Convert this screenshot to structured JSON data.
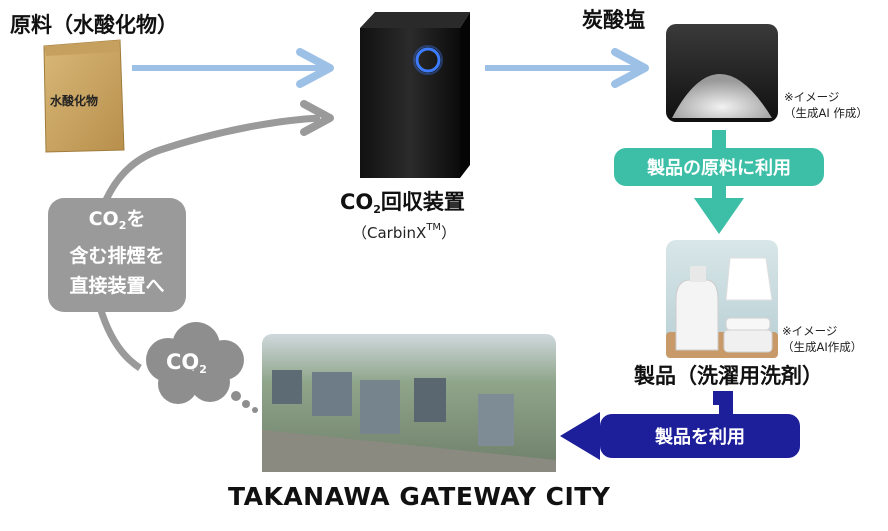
{
  "raw_material": {
    "title": "原料（水酸化物）",
    "bag_label": "水酸化物"
  },
  "carbonate": {
    "title": "炭酸塩",
    "note_line1": "※イメージ",
    "note_line2": "（生成AI 作成）"
  },
  "device": {
    "title_pre": "CO",
    "title_sub": "2",
    "title_post": "回収装置",
    "model_pre": "（CarbinX",
    "model_sup": "TM",
    "model_post": "）"
  },
  "use_as_material": "製品の原料に利用",
  "product": {
    "title": "製品（洗濯用洗剤）",
    "note_line1": "※イメージ",
    "note_line2": "（生成AI作成）"
  },
  "use_product": "製品を利用",
  "exhaust_box": {
    "l1_pre": "CO",
    "l1_sub": "2",
    "l1_post": "を",
    "l2": "含む排煙を",
    "l3": "直接装置へ"
  },
  "cloud": {
    "pre": "CO",
    "sub": "2"
  },
  "city": {
    "title": "TAKANAWA GATEWAY CITY"
  },
  "colors": {
    "blue_arrow": "#9dc1e6",
    "teal": "#3cbfa6",
    "navy": "#1c1e9a",
    "grey": "#9a9a9a"
  }
}
